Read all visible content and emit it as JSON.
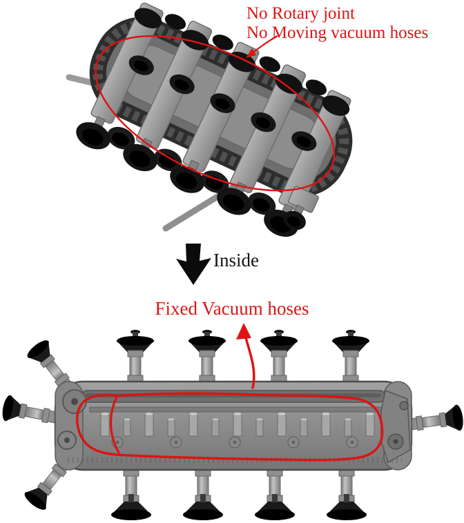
{
  "figure": {
    "annotation_color": "#dc1414",
    "arrow_black": "#0b0b0b",
    "robot_body_gray": "#8e8e8e",
    "track_dark_gray": "#2d2d2d",
    "suction_cup_black": "#0d0d0d",
    "labels": {
      "no_rotary_joint": "No Rotary joint",
      "no_moving_hoses": "No Moving vacuum hoses",
      "inside": "Inside",
      "fixed_hoses": "Fixed Vacuum hoses"
    }
  }
}
